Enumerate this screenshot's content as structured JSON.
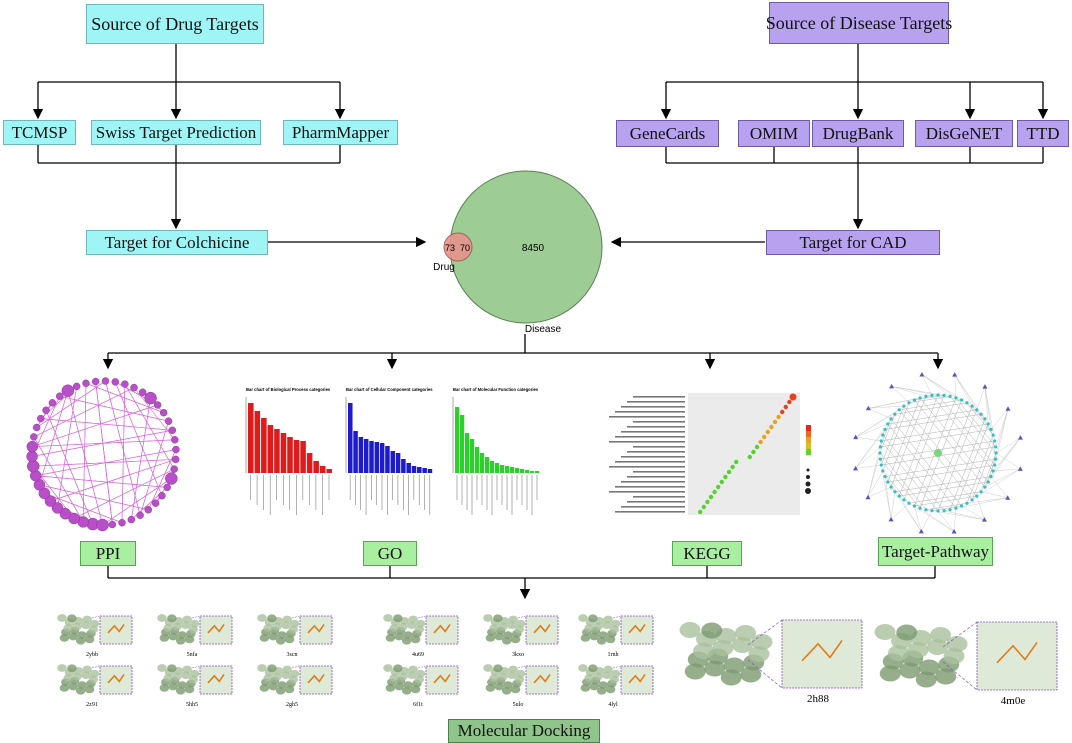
{
  "drug_sources": {
    "title": "Source of Drug Targets",
    "items": [
      "TCMSP",
      "Swiss Target Prediction",
      "PharmMapper"
    ],
    "target": "Target for Colchicine"
  },
  "disease_sources": {
    "title": "Source of Disease Targets",
    "items": [
      "GeneCards",
      "OMIM",
      "DrugBank",
      "DisGeNET",
      "TTD"
    ],
    "target": "Target for CAD"
  },
  "venn": {
    "drug_only": "73",
    "overlap": "70",
    "disease_only": "8450",
    "drug_label": "Drug",
    "disease_label": "Disease"
  },
  "analyses": [
    "PPI",
    "GO",
    "KEGG",
    "Target-Pathway"
  ],
  "go_panels": [
    "Bar chart of Biological Process categories",
    "Bar chart of Cellular Component categories",
    "Bar chart of Molecular Function categories"
  ],
  "docking": {
    "label": "Molecular Docking",
    "small_ids": [
      "2ybb",
      "5nfa",
      "3scn",
      "4u69",
      "3kxo",
      "1rnh",
      "2z91",
      "5hh5",
      "2gh5",
      "6f1t",
      "5ulo",
      "4lyl"
    ],
    "large_ids": [
      "2h88",
      "4m0e"
    ]
  },
  "colors": {
    "cyan": "#9ff5f6",
    "purple": "#b7a2f0",
    "green_box": "#a8f0a0",
    "venn_disease": "#9dcd94",
    "venn_drug": "#e7938c"
  }
}
